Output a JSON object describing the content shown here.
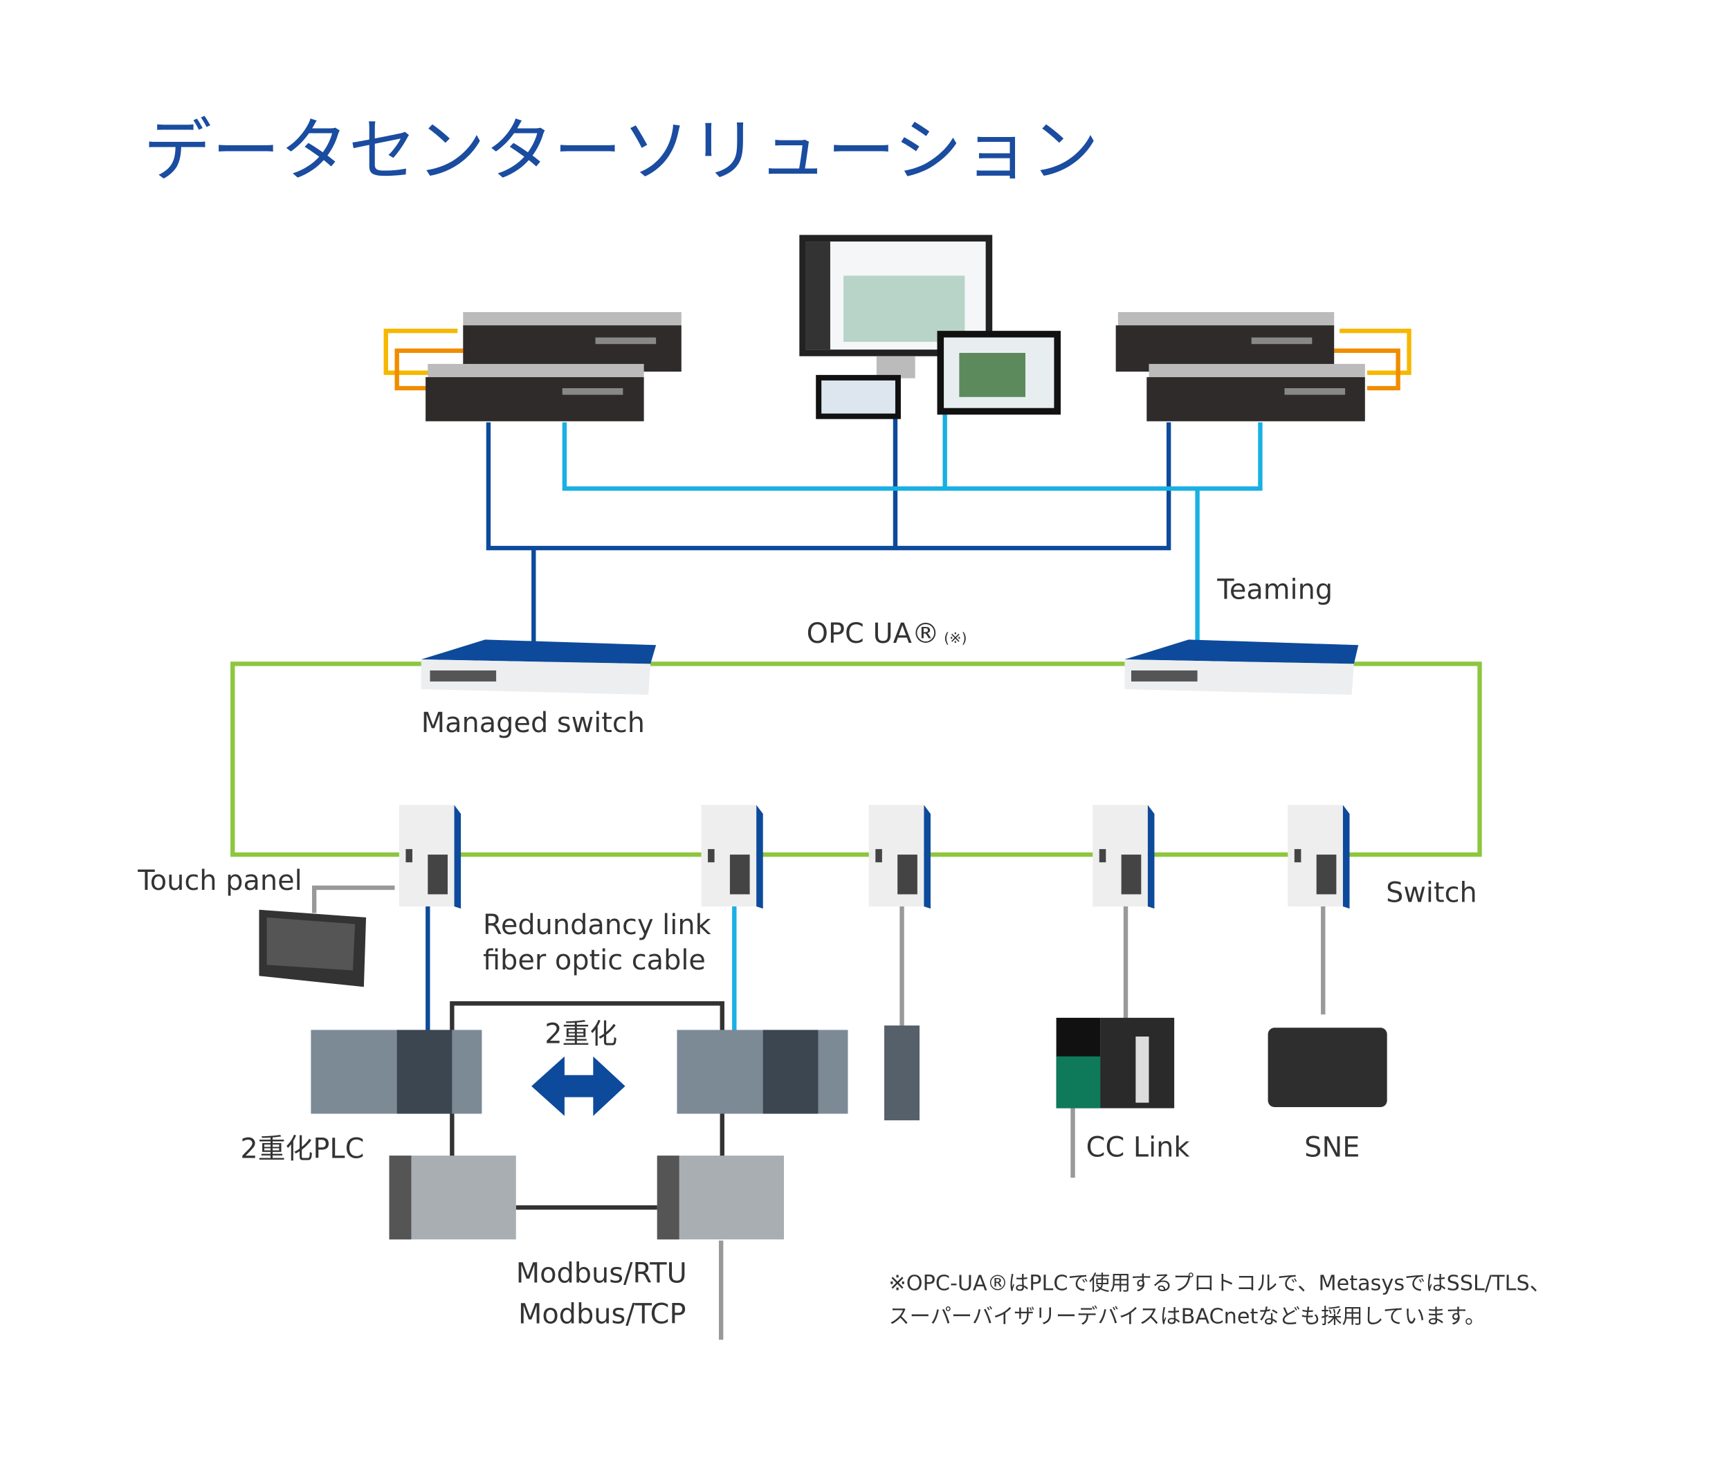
{
  "title": "データセンターソリューション",
  "labels": {
    "teaming": "Teaming",
    "opc_ua": "OPC UA®",
    "opc_ua_note_mark": "(※)",
    "managed_switch": "Managed switch",
    "touch_panel": "Touch panel",
    "switch": "Switch",
    "redundancy_line1": "Redundancy link",
    "redundancy_line2": "fiber optic cable",
    "duplex": "2重化",
    "duplex_plc": "2重化PLC",
    "cc_link": "CC Link",
    "sne": "SNE",
    "modbus_rtu": "Modbus/RTU",
    "modbus_tcp": "Modbus/TCP"
  },
  "footnote": {
    "line1": "※OPC-UA®はPLCで使用するプロトコルで、MetasysではSSL/TLS、",
    "line2": "スーパーバイザリーデバイスはBACnetなども採用しています。"
  },
  "colors": {
    "title": "#1a4ca0",
    "dark_blue_link": "#0d4a9b",
    "cyan_link": "#19b0e3",
    "ring_green": "#8dc63f",
    "orange": "#f08c00",
    "yellow": "#f5b800",
    "gray_link": "#999999",
    "black_link": "#333333"
  }
}
